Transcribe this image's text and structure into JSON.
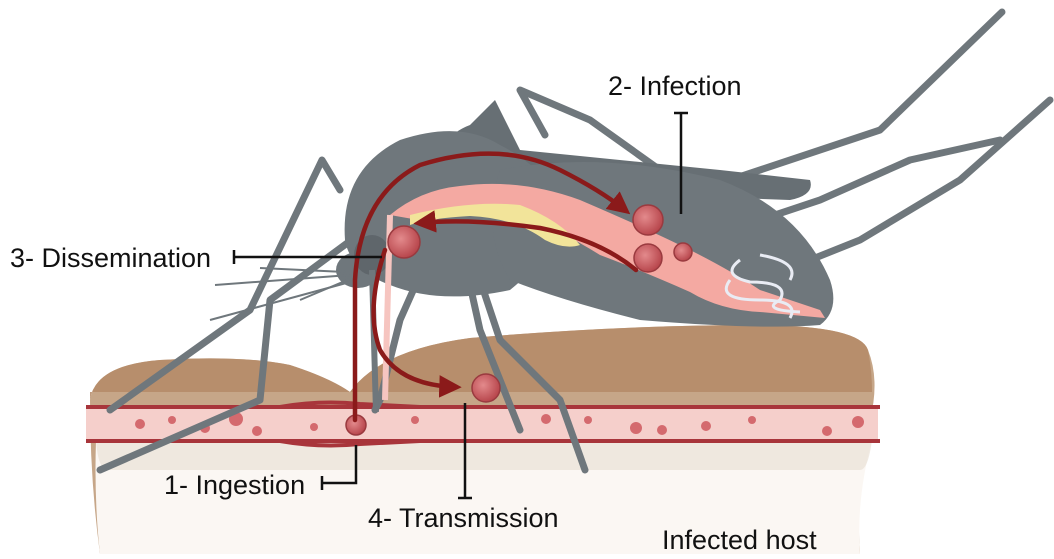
{
  "labels": {
    "infection": "2- Infection",
    "dissemination": "3- Dissemination",
    "ingestion": "1- Ingestion",
    "transmission": "4- Transmission",
    "host": "Infected host"
  },
  "colors": {
    "mosquito": "#6f777c",
    "skin": "#c8a88b",
    "skin_top": "#b98f6d",
    "vessel": "#f3c7c3",
    "vessel_wall": "#a8353b",
    "virus": "#c9555a",
    "gut": "#f4a9a2",
    "arrow": "#8b1a1a",
    "salivary": "#f3e6a0",
    "label_text": "#111111"
  }
}
